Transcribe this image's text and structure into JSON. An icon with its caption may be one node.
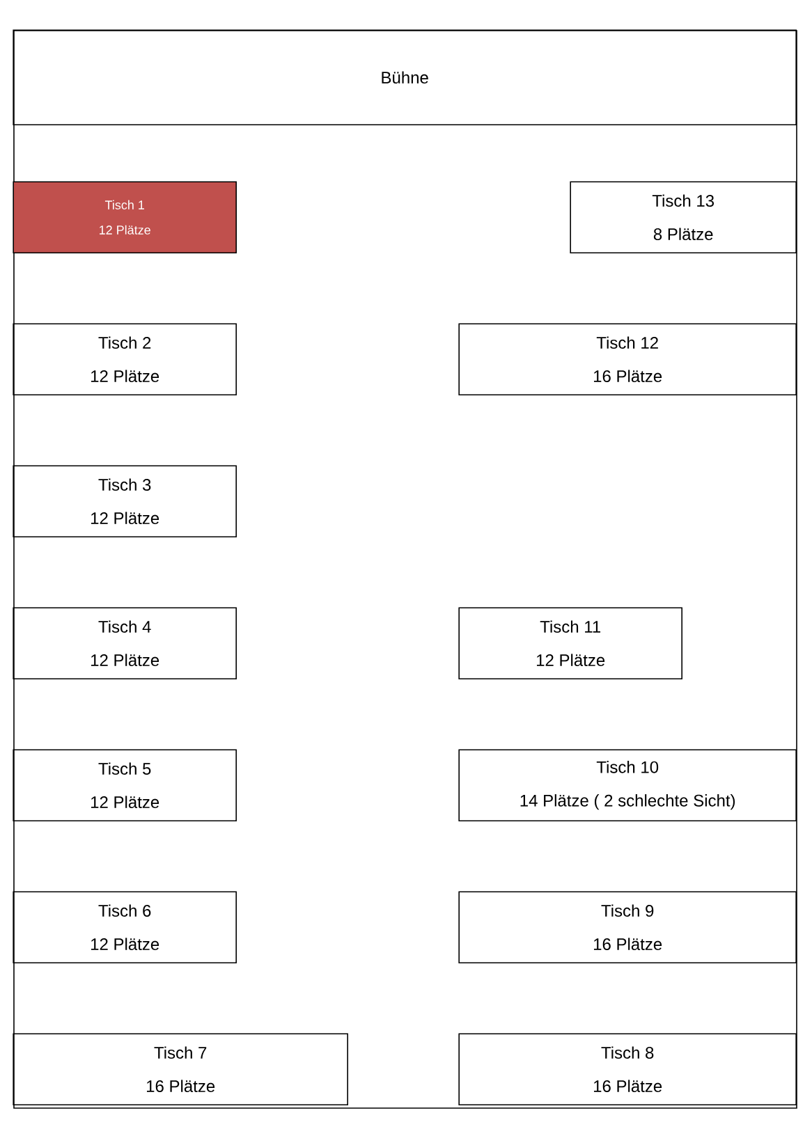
{
  "diagram": {
    "nodes": [
      {
        "text": [],
        "shape": "box"
      },
      {
        "text": [
          "Bühne"
        ],
        "in": 0
      },
      {
        "text": [
          "Tisch 1",
          "12 Plätze"
        ],
        "in": 0
      },
      {
        "text": [
          "Tisch 13",
          "8 Plätze"
        ],
        "in": 0
      },
      {
        "text": [
          "Tisch 2",
          "12 Plätze"
        ],
        "in": 0
      },
      {
        "text": [
          "Tisch 12",
          "16 Plätze"
        ],
        "in": 0
      },
      {
        "text": [
          "Tisch 3",
          "12 Plätze"
        ],
        "in": 0
      },
      {
        "text": [
          "Tisch 4",
          "12 Plätze"
        ],
        "in": 0
      },
      {
        "text": [
          "Tisch 11",
          "12 Plätze"
        ],
        "in": 0
      },
      {
        "text": [
          "Tisch 5",
          "12 Plätze"
        ],
        "in": 0
      },
      {
        "text": [
          "Tisch 10",
          "14 Plätze (  2 schlechte Sicht)"
        ],
        "in": 0
      },
      {
        "text": [
          "Tisch 6",
          "12 Plätze"
        ],
        "in": 0
      },
      {
        "text": [
          "Tisch 9",
          "16 Plätze"
        ],
        "in": 0
      },
      {
        "text": [
          "Tisch 7",
          "16 Plätze"
        ],
        "in": 0
      },
      {
        "text": [
          "Tisch 8",
          "16 Plätze"
        ],
        "in": 0
      }
    ]
  }
}
